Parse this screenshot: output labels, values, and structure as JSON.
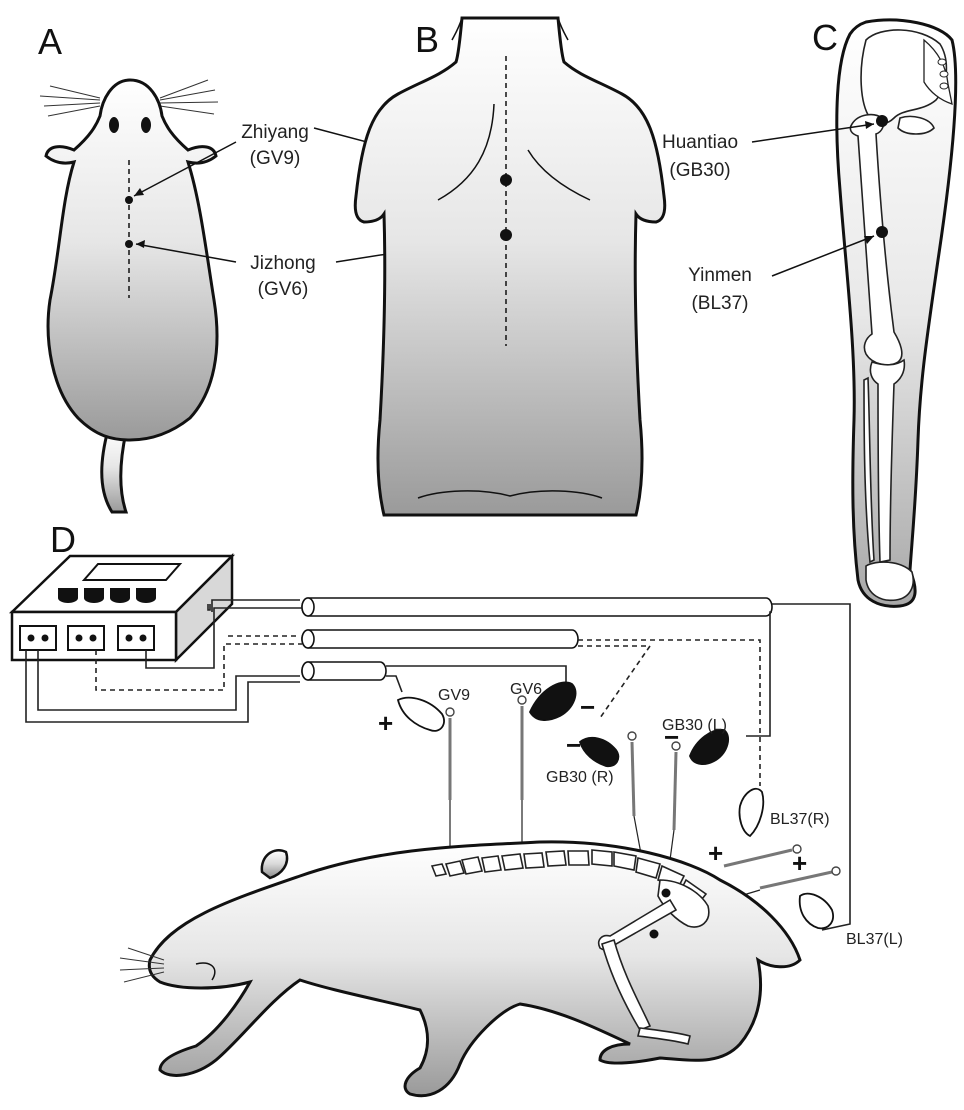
{
  "panels": {
    "a": {
      "label": "A"
    },
    "b": {
      "label": "B"
    },
    "c": {
      "label": "C"
    },
    "d": {
      "label": "D"
    }
  },
  "acupoints": {
    "zhiyang_name": "Zhiyang",
    "zhiyang_code": "(GV9)",
    "jizhong_name": "Jizhong",
    "jizhong_code": "(GV6)",
    "huantiao_name": "Huantiao",
    "huantiao_code": "(GB30)",
    "yinmen_name": "Yinmen",
    "yinmen_code": "(BL37)"
  },
  "electrode_labels": {
    "gv9": "GV9",
    "gv6": "GV6",
    "gb30_left": "GB30 (L)",
    "gb30_right": "GB30 (R)",
    "bl37_right": "BL37(R)",
    "bl37_left": "BL37(L)"
  },
  "signs": {
    "plus": "+",
    "minus": "−"
  },
  "colors": {
    "outline": "#111111",
    "gradient_top": "#ffffff",
    "gradient_bottom": "#9a9a9a",
    "clip_dark": "#111111",
    "clip_light": "#ffffff"
  }
}
